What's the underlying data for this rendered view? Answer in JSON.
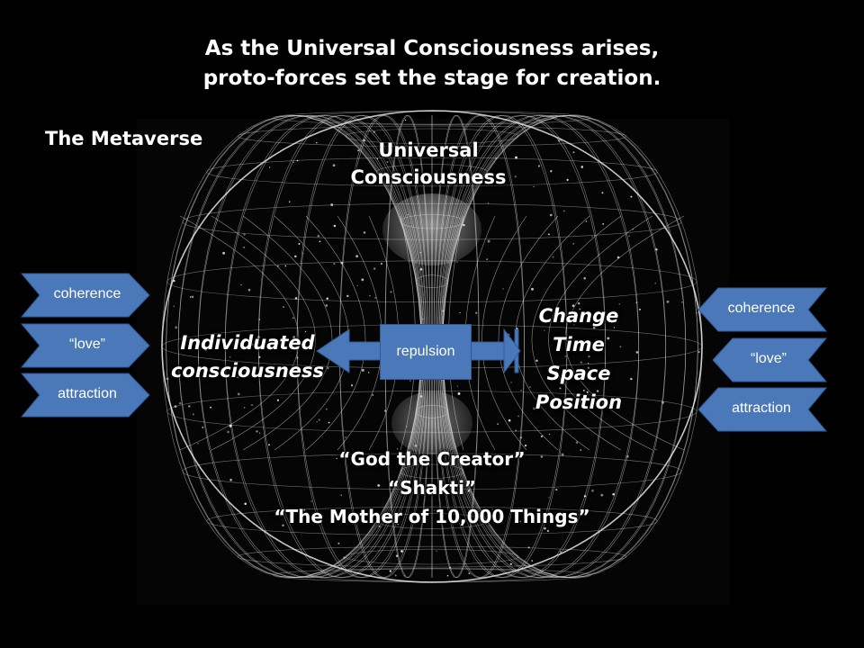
{
  "slide": {
    "title_line1": "As the Universal Consciousness arises,",
    "title_line2": "proto-forces set the stage for creation.",
    "metaverse_label": "The Metaverse"
  },
  "diagram": {
    "top_label_line1": "Universal",
    "top_label_line2": "Consciousness",
    "left_label_line1": "Individuated",
    "left_label_line2": "consciousness",
    "right_labels": [
      "Change",
      "Time",
      "Space",
      "Position"
    ],
    "bottom_line1": "“God the Creator”",
    "bottom_line2": "“Shakti”",
    "bottom_line3": "“The Mother of 10,000 Things”",
    "center_box": "repulsion"
  },
  "left_arrows": [
    "coherence",
    "“love”",
    "attraction"
  ],
  "right_arrows": [
    "coherence",
    "“love”",
    "attraction"
  ],
  "colors": {
    "arrow_fill": "#4a78b8",
    "arrow_border": "#2e5a96",
    "background": "#000000",
    "mesh": "#e8e8e8"
  }
}
